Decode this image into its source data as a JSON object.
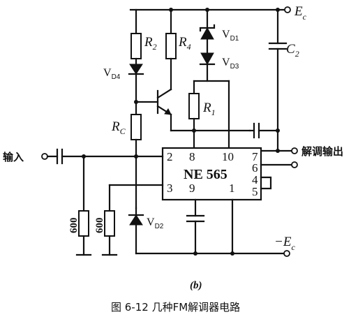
{
  "supply": {
    "pos_main": "E",
    "pos_sub": "c",
    "neg_main": "−E",
    "neg_sub": "c"
  },
  "resistors": {
    "r2": {
      "main": "R",
      "sub": "2"
    },
    "r4": {
      "main": "R",
      "sub": "4"
    },
    "r1": {
      "main": "R",
      "sub": "1"
    },
    "rc": {
      "main": "R",
      "sub": "C"
    },
    "bias1": "600",
    "bias2": "600"
  },
  "capacitor_c2": {
    "main": "C",
    "sub": "2"
  },
  "diodes": {
    "vd1": {
      "main": "V",
      "sub": "D1"
    },
    "vd3": {
      "main": "V",
      "sub": "D3"
    },
    "vd4": {
      "main": "V",
      "sub": "D4"
    },
    "vd2": {
      "main": "V",
      "sub": "D2"
    }
  },
  "chip": {
    "name": "NE 565",
    "pins": {
      "p2": "2",
      "p3": "3",
      "p8": "8",
      "p9": "9",
      "p10": "10",
      "p1": "1",
      "p7": "7",
      "p6": "6",
      "p4": "4",
      "p5": "5"
    }
  },
  "labels": {
    "input": "输入",
    "output": "解调输出"
  },
  "sublabel": "(b)",
  "caption": "图 6-12   几种FM解调器电路"
}
